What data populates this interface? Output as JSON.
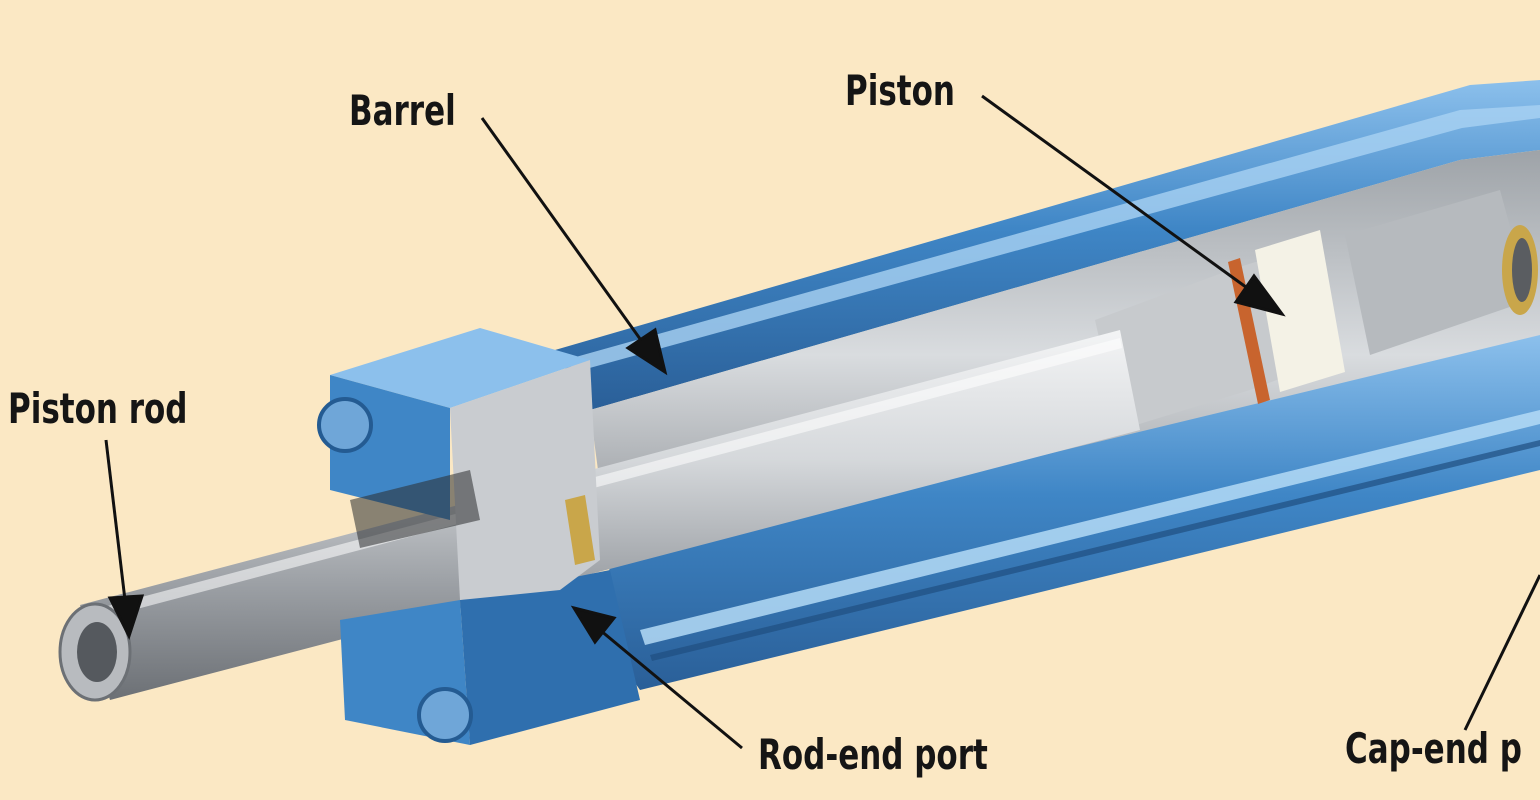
{
  "labels": {
    "barrel": "Barrel",
    "piston": "Piston",
    "piston_rod": "Piston rod",
    "rod_end_port": "Rod-end port",
    "cap_end_port": "Cap-end p"
  },
  "colors": {
    "background": "#fbe8c4",
    "body_blue": "#3f86c6",
    "body_blue_light": "#7fb6e6",
    "body_blue_dark": "#2a5f98",
    "steel_light": "#e2e4e6",
    "steel_mid": "#a6a9ad",
    "steel_dark": "#6c7075",
    "seal_copper": "#c8642e",
    "piston_band": "#f4f2e6",
    "text": "#151515"
  }
}
